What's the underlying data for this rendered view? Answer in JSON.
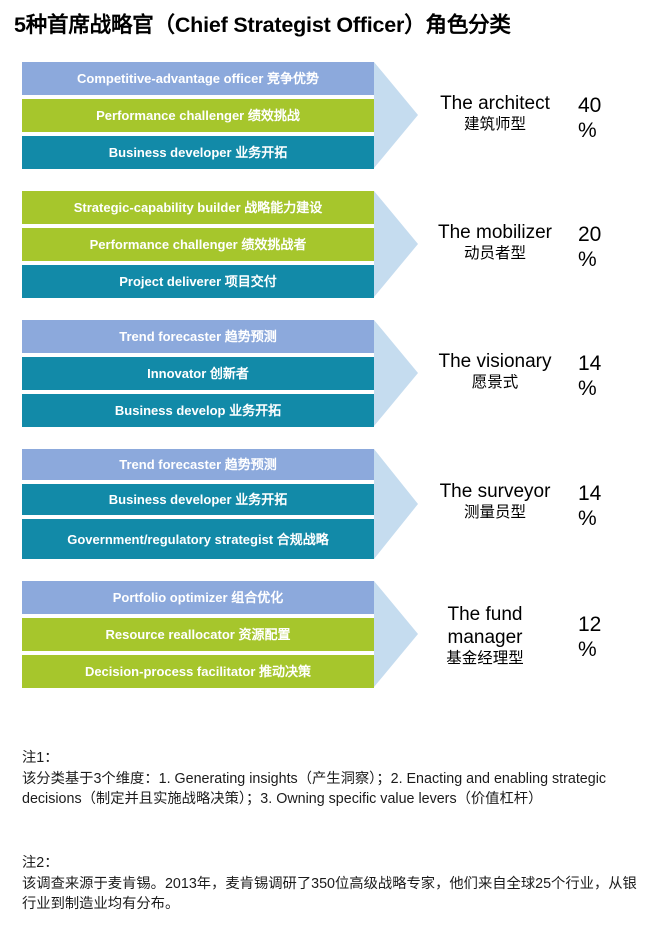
{
  "title": "5种首席战略官（Chief Strategist Officer）角色分类",
  "colors": {
    "periwinkle": "#8ca9dc",
    "green": "#a6c62c",
    "teal": "#128aa8",
    "arrow": "#c5dcef",
    "text_on_bar": "#ffffff",
    "body_text": "#1b1b1b"
  },
  "chart_data": {
    "type": "bar",
    "title": "5种首席战略官（Chief Strategist Officer）角色分类",
    "xlabel": "",
    "ylabel": "",
    "categories": [
      "The architect 建筑师型",
      "The mobilizer 动员者型",
      "The visionary 愿景式",
      "The surveyor 测量员型",
      "The fund manager 基金经理型"
    ],
    "values": [
      40,
      20,
      14,
      14,
      12
    ],
    "value_unit": "%",
    "legend_position": "none",
    "grid": false
  },
  "groups": [
    {
      "role_en": "The architect",
      "role_cn": "建筑师型",
      "pct": "40",
      "pct_symbol": "%",
      "bars": [
        {
          "label": "Competitive-advantage officer 竞争优势",
          "color": "periwinkle",
          "height": 33
        },
        {
          "label": "Performance challenger 绩效挑战",
          "color": "green",
          "height": 33
        },
        {
          "label": "Business developer 业务开拓",
          "color": "teal",
          "height": 33
        }
      ]
    },
    {
      "role_en": "The mobilizer",
      "role_cn": "动员者型",
      "pct": "20",
      "pct_symbol": "%",
      "bars": [
        {
          "label": "Strategic-capability builder 战略能力建设",
          "color": "green",
          "height": 33
        },
        {
          "label": "Performance challenger 绩效挑战者",
          "color": "green",
          "height": 33
        },
        {
          "label": "Project deliverer 项目交付",
          "color": "teal",
          "height": 33
        }
      ]
    },
    {
      "role_en": "The visionary",
      "role_cn": "愿景式",
      "pct": "14",
      "pct_symbol": "%",
      "bars": [
        {
          "label": "Trend forecaster 趋势预测",
          "color": "periwinkle",
          "height": 33
        },
        {
          "label": "Innovator 创新者",
          "color": "teal",
          "height": 33
        },
        {
          "label": "Business develop 业务开拓",
          "color": "teal",
          "height": 33
        }
      ]
    },
    {
      "role_en": "The surveyor",
      "role_cn": "测量员型",
      "pct": "14",
      "pct_symbol": "%",
      "bars": [
        {
          "label": "Trend forecaster 趋势预测",
          "color": "periwinkle",
          "height": 31
        },
        {
          "label": "Business developer 业务开拓",
          "color": "teal",
          "height": 31
        },
        {
          "label": "Government/regulatory strategist 合规战略",
          "color": "teal",
          "height": 40
        }
      ]
    },
    {
      "role_en": "The fund manager",
      "role_cn": "基金经理型",
      "pct": "12",
      "pct_symbol": "%",
      "role_wrap": true,
      "bars": [
        {
          "label": "Portfolio optimizer 组合优化",
          "color": "periwinkle",
          "height": 33
        },
        {
          "label": "Resource reallocator 资源配置",
          "color": "green",
          "height": 33
        },
        {
          "label": "Decision-process facilitator 推动决策",
          "color": "green",
          "height": 33
        }
      ]
    }
  ],
  "notes": {
    "note1_label": "注1：",
    "note1_body": "该分类基于3个维度：1. Generating insights（产生洞察）；2. Enacting and enabling strategic decisions（制定并且实施战略决策）；3. Owning specific value levers（价值杠杆）",
    "note2_label": "注2：",
    "note2_body": "该调查来源于麦肯锡。2013年，麦肯锡调研了350位高级战略专家，他们来自全球25个行业，从银行业到制造业均有分布。"
  }
}
